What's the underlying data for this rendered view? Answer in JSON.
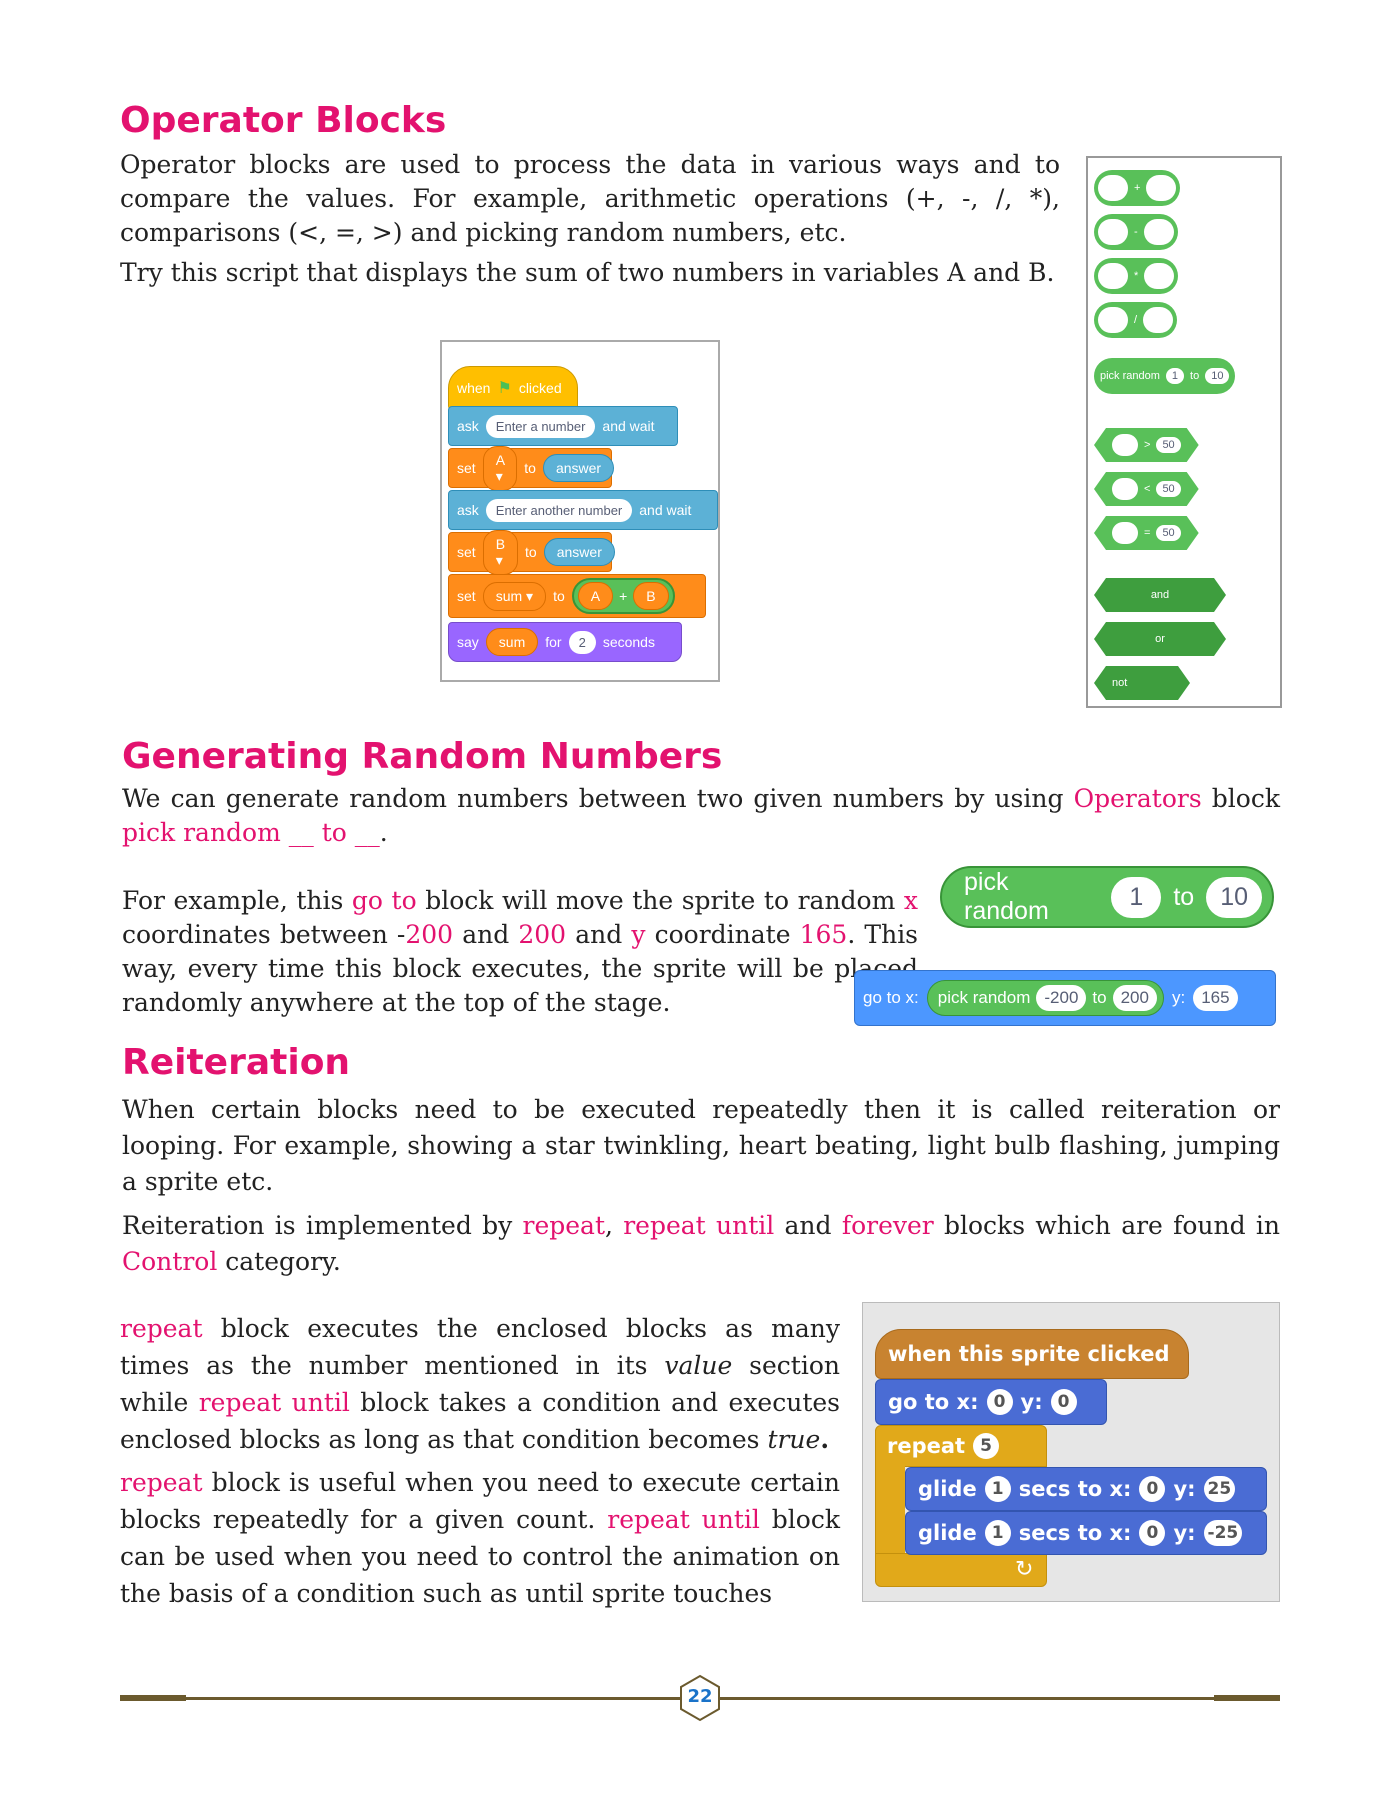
{
  "section1": {
    "heading": "Operator Blocks",
    "para1": "Operator blocks are used to process the data in various ways and to compare the values. For example, arithmetic operations (+, -, /, *), comparisons (<, =, >) and picking random numbers, etc.",
    "para2": "Try this script that displays the sum of two numbers in variables A and B."
  },
  "script1": {
    "when_label": "when",
    "clicked_label": "clicked",
    "ask1": {
      "cmd": "ask",
      "prompt": "Enter a number",
      "tail": "and wait"
    },
    "set1": {
      "cmd": "set",
      "var": "A ▾",
      "to": "to",
      "value": "answer"
    },
    "ask2": {
      "cmd": "ask",
      "prompt": "Enter another number",
      "tail": "and wait"
    },
    "set2": {
      "cmd": "set",
      "var": "B ▾",
      "to": "to",
      "value": "answer"
    },
    "set3": {
      "cmd": "set",
      "var": "sum ▾",
      "to": "to",
      "left": "A",
      "op": "+",
      "right": "B"
    },
    "say": {
      "cmd": "say",
      "value": "sum",
      "for": "for",
      "secs": "2",
      "tail": "seconds"
    }
  },
  "palette": {
    "arith_ops": [
      "+",
      "-",
      "*",
      "/"
    ],
    "pick_random": {
      "label": "pick random",
      "from": "1",
      "to": "to",
      "upto": "10"
    },
    "compare": [
      {
        "op": ">",
        "val": "50"
      },
      {
        "op": "<",
        "val": "50"
      },
      {
        "op": "=",
        "val": "50"
      }
    ],
    "logic": [
      "and",
      "or",
      "not"
    ]
  },
  "section2": {
    "heading": "Generating Random Numbers",
    "para1_a": "We can generate random numbers between two given numbers by using ",
    "para1_b": "Operators",
    "para1_c": " block ",
    "para1_d": "pick random __ to __",
    "para1_e": ".",
    "para2_a": "For example, this ",
    "para2_b": "go to",
    "para2_c": " block will move the sprite to random ",
    "para2_d": "x",
    "para2_e": " coordinates between -",
    "para2_f": "200",
    "para2_g": " and ",
    "para2_h": "200",
    "para2_i": " and ",
    "para2_j": "y",
    "para2_k": " coordinate ",
    "para2_l": "165",
    "para2_m": ". This way, every time this block executes, the sprite will be placed randomly anywhere at the top of the stage."
  },
  "pick_big": {
    "label": "pick random",
    "from": "1",
    "to": "to",
    "upto": "10"
  },
  "goto_block": {
    "label": "go to x:",
    "pick": "pick random",
    "from": "-200",
    "to": "to",
    "upto": "200",
    "y": "y:",
    "yval": "165"
  },
  "section3": {
    "heading": "Reiteration",
    "para1": "When certain blocks need to be executed repeatedly then it is called reiteration or looping. For example, showing a star twinkling, heart beating, light bulb flashing, jumping a sprite etc.",
    "para2_a": "Reiteration is implemented by ",
    "para2_b": "repeat",
    "para2_c": ", ",
    "para2_d": "repeat until",
    "para2_e": " and ",
    "para2_f": "forever",
    "para2_g": " blocks which are found in ",
    "para2_h": "Control",
    "para2_i": " category.",
    "para3_a": "repeat",
    "para3_b": " block executes the enclosed blocks as many times as the number mentioned in its ",
    "para3_c": "value",
    "para3_d": " section while ",
    "para3_e": "repeat until",
    "para3_f": " block takes a condition and executes enclosed blocks as long as that condition becomes ",
    "para3_g": "true",
    "para3_h": ".",
    "para4_a": "repeat",
    "para4_b": " block is useful when you need to execute certain blocks repeatedly for a given count. ",
    "para4_c": "repeat until",
    "para4_d": " block can be used when you need to control the animation on the basis of a condition such as until sprite touches"
  },
  "script2": {
    "hat": "when this sprite clicked",
    "goto": {
      "label": "go to x:",
      "x": "0",
      "y": "y:",
      "yval": "0"
    },
    "repeat": {
      "label": "repeat",
      "count": "5"
    },
    "glide1": {
      "label": "glide",
      "secs": "1",
      "mid": "secs to x:",
      "x": "0",
      "y": "y:",
      "yval": "25"
    },
    "glide2": {
      "label": "glide",
      "secs": "1",
      "mid": "secs to x:",
      "x": "0",
      "y": "y:",
      "yval": "-25"
    },
    "loop_arrow": "↻"
  },
  "footer": {
    "page_number": "22"
  }
}
